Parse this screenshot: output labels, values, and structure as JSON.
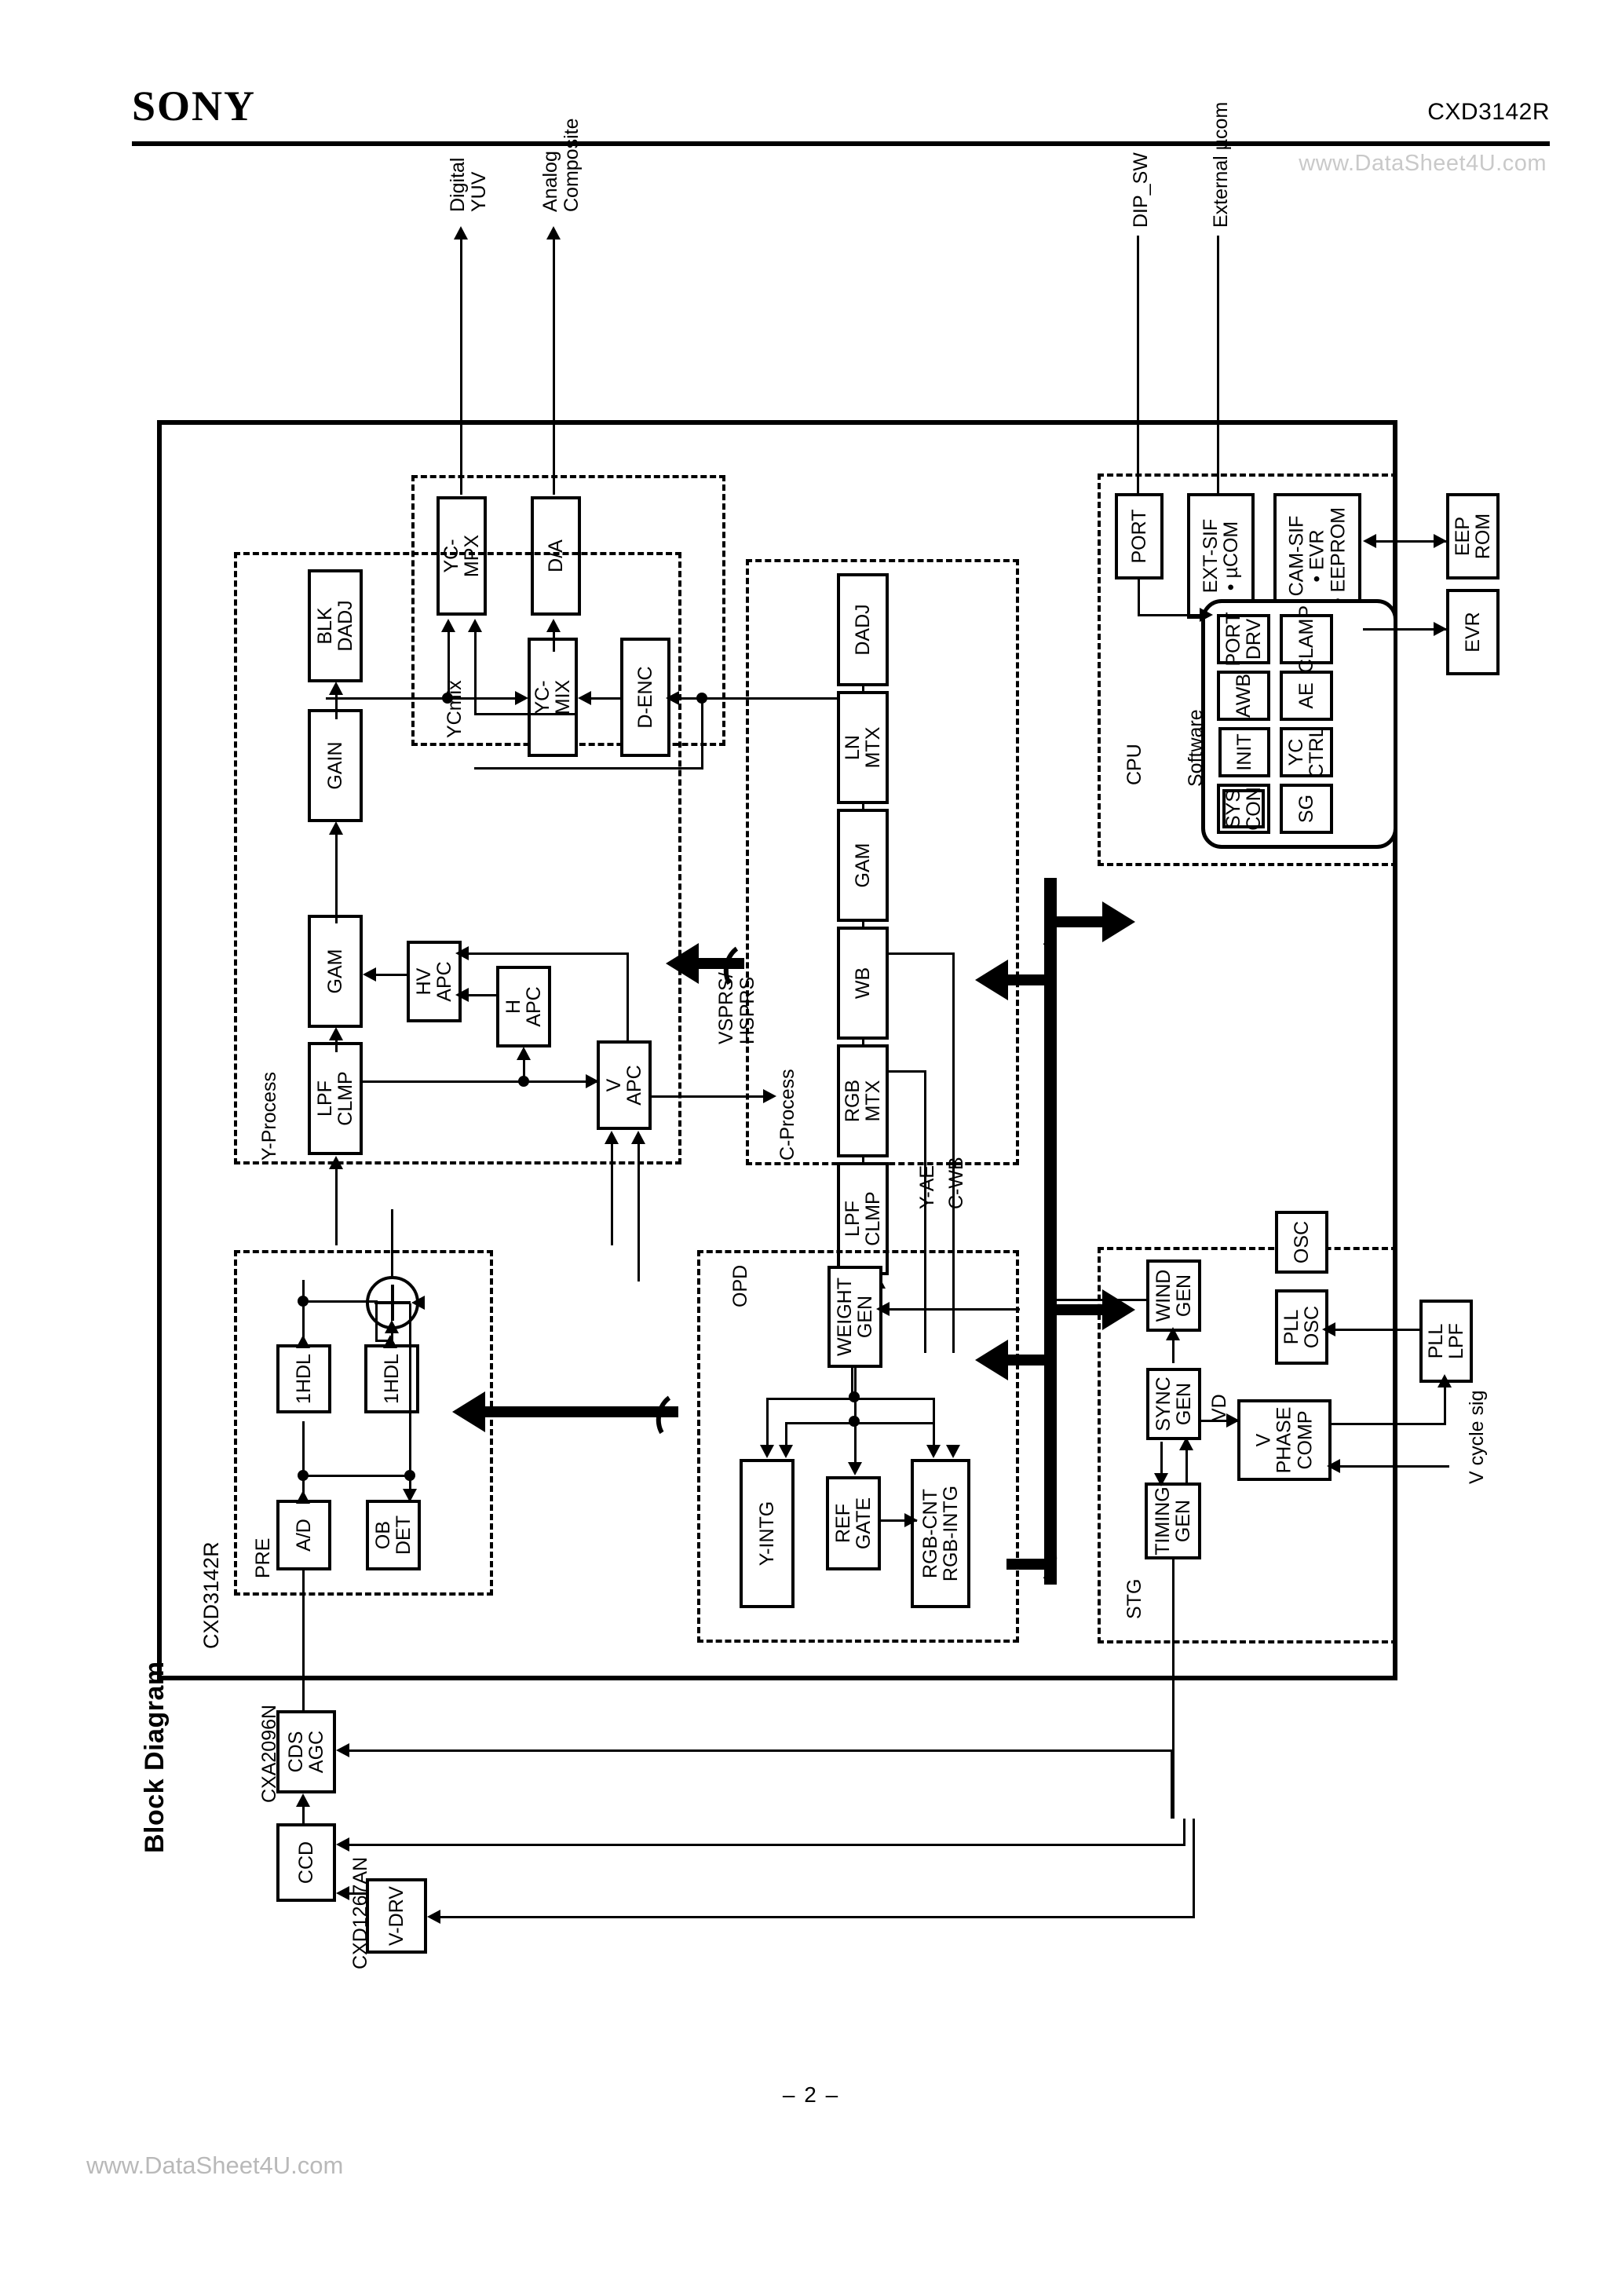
{
  "header": {
    "brand": "SONY",
    "part_number": "CXD3142R",
    "watermark_top": "www.DataSheet4U.com"
  },
  "footer": {
    "page_number": "– 2 –",
    "watermark_bottom": "www.DataSheet4U.com"
  },
  "page": {
    "section_title": "Block Diagram"
  },
  "chip": {
    "label": "CXD3142R"
  },
  "signals": {
    "digital_yuv": "Digital\nYUV",
    "digital_yuv_l1": "Digital",
    "digital_yuv_l2": "YUV",
    "analog_composite_l1": "Analog",
    "analog_composite_l2": "Composite",
    "dip_sw": "DIP_SW",
    "external_ucom": "External µcom",
    "vsprs_l1": "VSPRS/",
    "vsprs_l2": "HSPRS",
    "y_ae": "Y-AE",
    "c_wb": "C-WB",
    "vd": "VD",
    "v_cycle_sig": "V cycle sig"
  },
  "groups": {
    "ycmix": "YCmix",
    "y_process": "Y-Process",
    "c_process": "C-Process",
    "pre": "PRE",
    "opd": "OPD",
    "stg": "STG",
    "cpu": "CPU",
    "software": "Software"
  },
  "external_parts": {
    "cxa2096n": "CXA2096N",
    "cxd1267an": "CXD1267AN"
  },
  "blocks": {
    "yc_mpx": "YC-\nMPX",
    "yc_mpx_l1": "YC-",
    "yc_mpx_l2": "MPX",
    "da": "D/A",
    "yc_mix_l1": "YC-",
    "yc_mix_l2": "MIX",
    "d_enc": "D-ENC",
    "blk_dadj_l1": "BLK",
    "blk_dadj_l2": "DADJ",
    "gain": "GAIN",
    "gam_y": "GAM",
    "hv_apc_l1": "HV",
    "hv_apc_l2": "APC",
    "h_apc_l1": "H",
    "h_apc_l2": "APC",
    "v_apc_l1": "V",
    "v_apc_l2": "APC",
    "lpf_clmp_y_l1": "LPF",
    "lpf_clmp_y_l2": "CLMP",
    "dadj_c": "DADJ",
    "ln_mtx_l1": "LN",
    "ln_mtx_l2": "MTX",
    "gam_c": "GAM",
    "wb": "WB",
    "rgb_mtx_l1": "RGB",
    "rgb_mtx_l2": "MTX",
    "lpf_clmp_c_l1": "LPF",
    "lpf_clmp_c_l2": "CLMP",
    "ad": "A/D",
    "hdl1_a": "1HDL",
    "hdl1_b": "1HDL",
    "ob_det_l1": "OB",
    "ob_det_l2": "DET",
    "weight_gen_l1": "WEIGHT",
    "weight_gen_l2": "GEN",
    "y_intg": "Y-INTG",
    "ref_gate_l1": "REF",
    "ref_gate_l2": "GATE",
    "rgb_cnt_l1": "RGB-CNT",
    "rgb_cnt_l2": "RGB-INTG",
    "port": "PORT",
    "ext_sif_l1": "EXT-SIF",
    "ext_sif_l2": "• µCOM",
    "cam_sif_l1": "CAM-SIF",
    "cam_sif_l2": "• EVR",
    "cam_sif_l3": "• EEPROM",
    "eeprom_l1": "EEP",
    "eeprom_l2": "ROM",
    "evr": "EVR",
    "port_drv_l1": "PORT",
    "port_drv_l2": "DRV",
    "awb": "AWB",
    "clamp": "CLAMP",
    "ae": "AE",
    "init": "INIT",
    "yc_ctrl_l1": "YC",
    "yc_ctrl_l2": "CTRL",
    "sys_con_l1": "SYS",
    "sys_con_l2": "CON",
    "sg": "SG",
    "osc": "OSC",
    "pll_osc_l1": "PLL",
    "pll_osc_l2": "OSC",
    "pll_lpf_l1": "PLL",
    "pll_lpf_l2": "LPF",
    "wind_gen_l1": "WIND",
    "wind_gen_l2": "GEN",
    "sync_gen_l1": "SYNC",
    "sync_gen_l2": "GEN",
    "timing_gen_l1": "TIMING",
    "timing_gen_l2": "GEN",
    "v_phase_comp_l1": "V",
    "v_phase_comp_l2": "PHASE",
    "v_phase_comp_l3": "COMP",
    "ccd": "CCD",
    "cds_agc_l1": "CDS",
    "cds_agc_l2": "AGC",
    "v_drv": "V-DRV"
  }
}
